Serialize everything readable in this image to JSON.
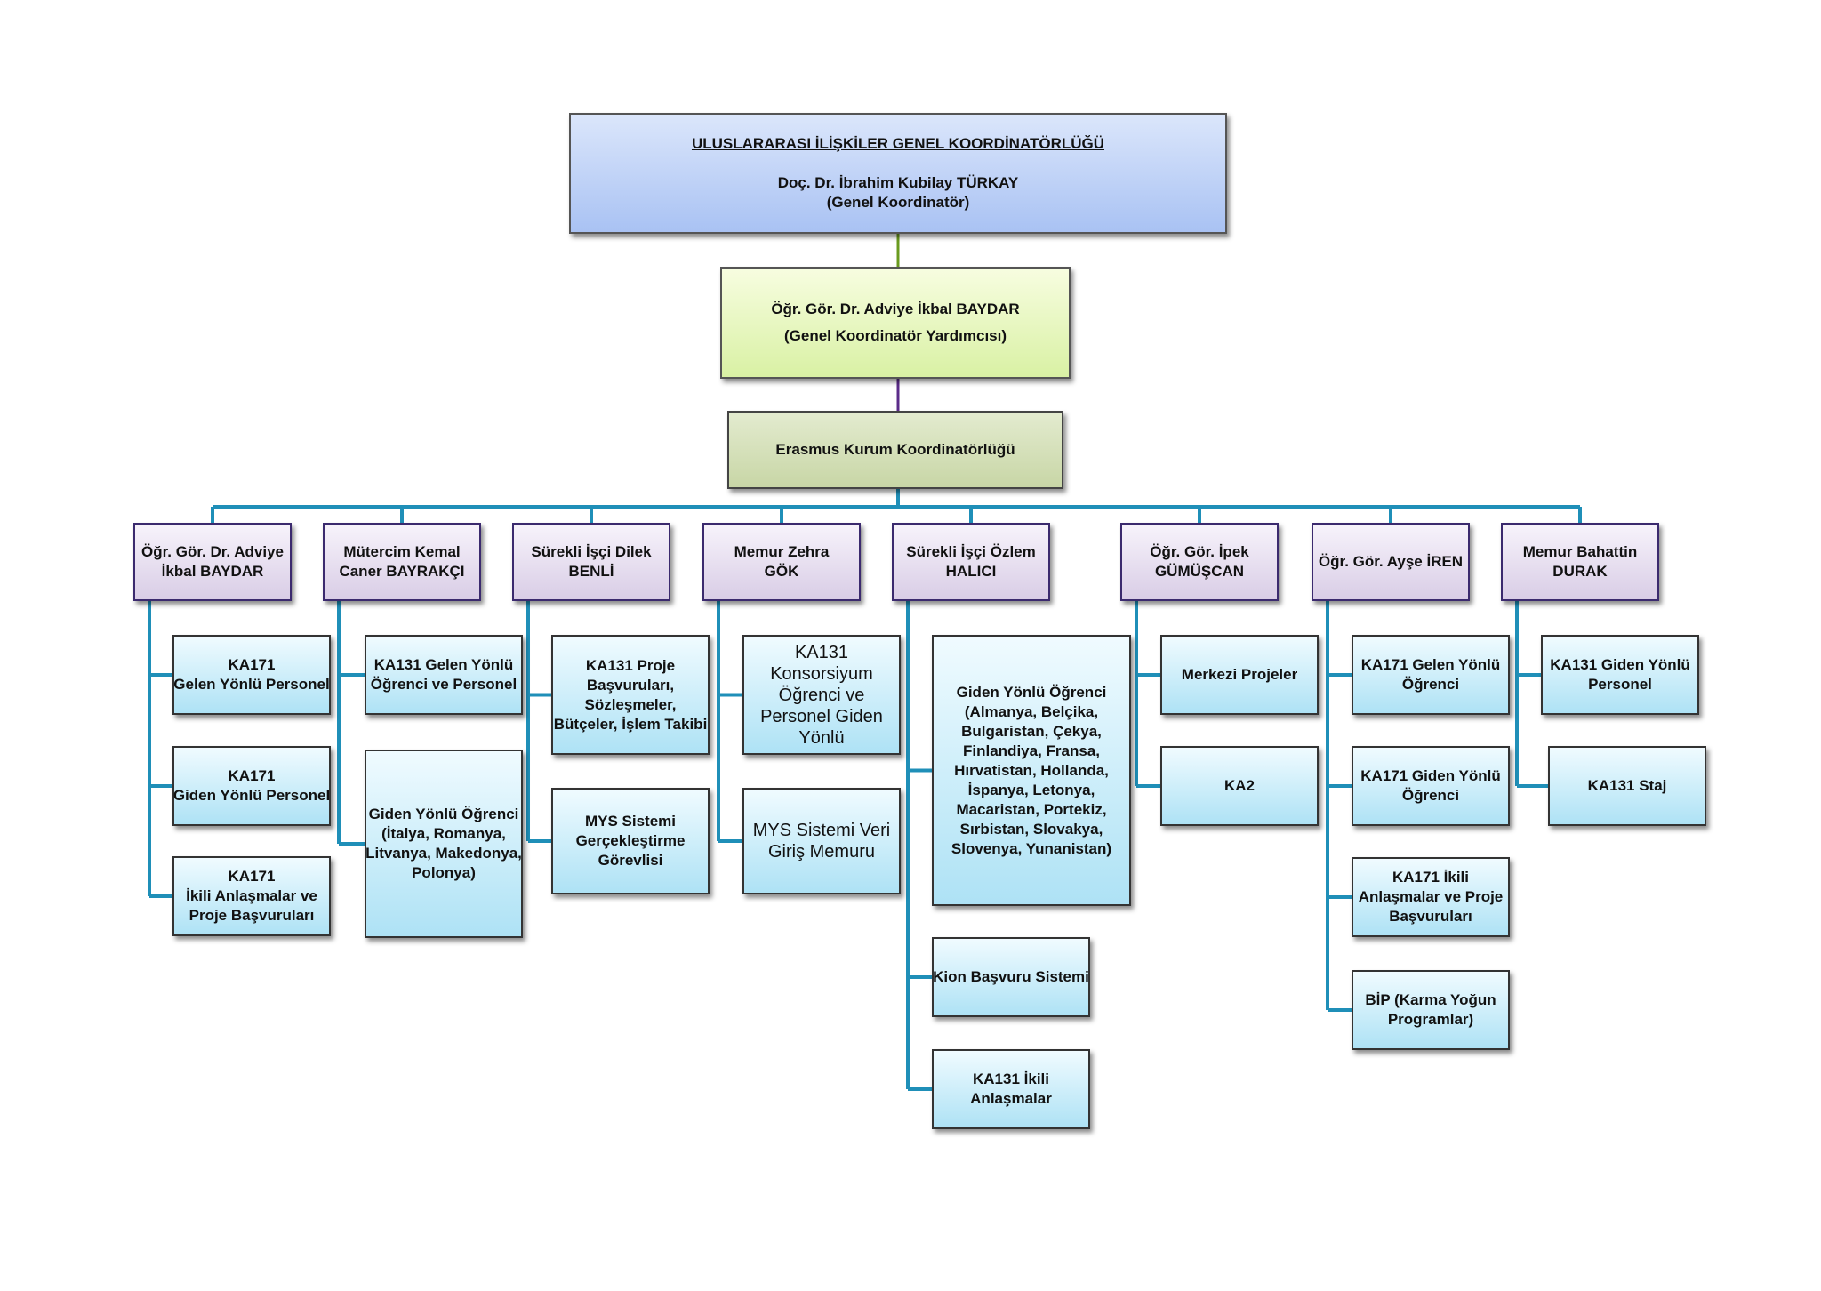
{
  "top": {
    "title": "ULUSLARARASI İLİŞKİLER GENEL KOORDİNATÖRLÜĞÜ",
    "name": "Doç. Dr. İbrahim Kubilay TÜRKAY",
    "role": "(Genel Koordinatör)"
  },
  "deputy": {
    "name": "Öğr. Gör. Dr.  Adviye İkbal BAYDAR",
    "role": "(Genel Koordinatör Yardımcısı)"
  },
  "erasmus": {
    "label": "Erasmus Kurum Koordinatörlüğü"
  },
  "colors": {
    "connector": "#1f8fb8",
    "top_connector": "#6a9b1f",
    "deputy_connector": "#5b2c8a"
  },
  "staff": [
    {
      "name_lines": [
        "Öğr. Gör. Dr. Adviye",
        "İkbal BAYDAR"
      ],
      "tasks": [
        [
          "KA171",
          "Gelen Yönlü Personel"
        ],
        [
          "KA171",
          "Giden Yönlü Personel"
        ],
        [
          "KA171",
          "İkili Anlaşmalar ve",
          "Proje Başvuruları"
        ]
      ]
    },
    {
      "name_lines": [
        "Mütercim Kemal",
        "Caner BAYRAKÇI"
      ],
      "tasks": [
        [
          "KA131 Gelen Yönlü",
          "Öğrenci ve Personel"
        ],
        [
          "Giden Yönlü Öğrenci",
          "(İtalya, Romanya,",
          "Litvanya, Makedonya,",
          "Polonya)"
        ]
      ]
    },
    {
      "name_lines": [
        "Sürekli İşçi Dilek",
        "BENLİ"
      ],
      "tasks": [
        [
          "KA131 Proje",
          "Başvuruları,",
          "Sözleşmeler,",
          "Bütçeler, İşlem Takibi"
        ],
        [
          "MYS Sistemi",
          "Gerçekleştirme",
          "Görevlisi"
        ]
      ]
    },
    {
      "name_lines": [
        "Memur Zehra",
        "GÖK"
      ],
      "tasks": [
        [
          "KA131",
          "Konsorsiyum",
          "Öğrenci ve",
          "Personel Giden",
          "Yönlü"
        ],
        [
          "MYS Sistemi Veri",
          "Giriş Memuru"
        ]
      ]
    },
    {
      "name_lines": [
        "Sürekli İşçi Özlem",
        "HALICI"
      ],
      "tasks": [
        [
          "Giden Yönlü Öğrenci",
          "(Almanya, Belçika,",
          "Bulgaristan, Çekya,",
          "Finlandiya, Fransa,",
          "Hırvatistan, Hollanda,",
          "İspanya, Letonya,",
          "Macaristan, Portekiz,",
          "Sırbistan, Slovakya,",
          "Slovenya, Yunanistan)"
        ],
        [
          "Kion Başvuru Sistemi"
        ],
        [
          "KA131 İkili",
          "Anlaşmalar"
        ]
      ]
    },
    {
      "name_lines": [
        "Öğr. Gör. İpek",
        "GÜMÜŞCAN"
      ],
      "tasks": [
        [
          "Merkezi Projeler"
        ],
        [
          "KA2"
        ]
      ]
    },
    {
      "name_lines": [
        "Öğr. Gör. Ayşe İREN"
      ],
      "tasks": [
        [
          "KA171 Gelen Yönlü",
          "Öğrenci"
        ],
        [
          "KA171 Giden Yönlü",
          "Öğrenci"
        ],
        [
          "KA171 İkili",
          "Anlaşmalar ve Proje",
          "Başvuruları"
        ],
        [
          "BİP (Karma Yoğun",
          "Programlar)"
        ]
      ]
    },
    {
      "name_lines": [
        "Memur Bahattin",
        "DURAK"
      ],
      "tasks": [
        [
          "KA131 Giden Yönlü",
          "Personel"
        ],
        [
          "KA131 Staj"
        ]
      ]
    }
  ]
}
